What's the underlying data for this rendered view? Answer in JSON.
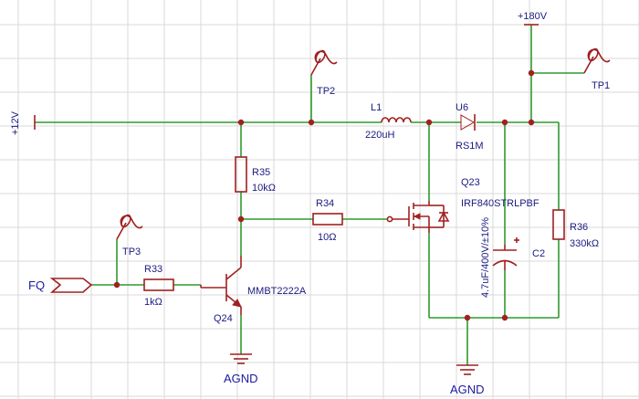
{
  "nets": {
    "vin": "+12V",
    "vhigh": "+180V",
    "fq": "FQ",
    "gnd_left": "AGND",
    "gnd_right": "AGND"
  },
  "testpoints": {
    "tp1": "TP1",
    "tp2": "TP2",
    "tp3": "TP3"
  },
  "components": {
    "l1": {
      "ref": "L1",
      "value": "220uH"
    },
    "u6": {
      "ref": "U6",
      "value": "RS1M"
    },
    "q23": {
      "ref": "Q23",
      "value": "IRF840STRLPBF"
    },
    "r35": {
      "ref": "R35",
      "value": "10kΩ"
    },
    "r34": {
      "ref": "R34",
      "value": "10Ω"
    },
    "r33": {
      "ref": "R33",
      "value": "1kΩ"
    },
    "q24": {
      "ref": "Q24",
      "value": "MMBT2222A"
    },
    "c2": {
      "ref": "C2",
      "value": "4.7uF/400V/±10%"
    },
    "r36": {
      "ref": "R36",
      "value": "330kΩ"
    }
  },
  "colors": {
    "wire": "#2e9a2e",
    "component": "#a02020",
    "label": "#1a1a80",
    "grid": "#d9d9d9"
  }
}
